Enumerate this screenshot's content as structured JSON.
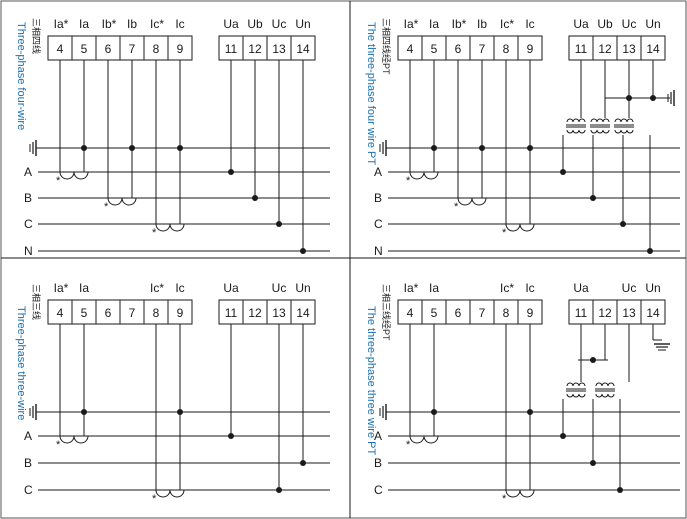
{
  "panels": [
    {
      "side_label": "Three-phase four-wire",
      "cn_label": "三相四线",
      "current_terms": [
        {
          "num": "4",
          "label": "Ia*"
        },
        {
          "num": "5",
          "label": "Ia"
        },
        {
          "num": "6",
          "label": "Ib*"
        },
        {
          "num": "7",
          "label": "Ib"
        },
        {
          "num": "8",
          "label": "Ic*"
        },
        {
          "num": "9",
          "label": "Ic"
        }
      ],
      "voltage_terms": [
        {
          "num": "11",
          "label": "Ua"
        },
        {
          "num": "12",
          "label": "Ub"
        },
        {
          "num": "13",
          "label": "Uc"
        },
        {
          "num": "14",
          "label": "Un"
        }
      ],
      "lines": [
        "A",
        "B",
        "C",
        "N"
      ],
      "star": "*"
    },
    {
      "side_label": "The three-phase four wire PT",
      "cn_label": "三相四线经PT",
      "current_terms": [
        {
          "num": "4",
          "label": "Ia*"
        },
        {
          "num": "5",
          "label": "Ia"
        },
        {
          "num": "6",
          "label": "Ib*"
        },
        {
          "num": "7",
          "label": "Ib"
        },
        {
          "num": "8",
          "label": "Ic*"
        },
        {
          "num": "9",
          "label": "Ic"
        }
      ],
      "voltage_terms": [
        {
          "num": "11",
          "label": "Ua"
        },
        {
          "num": "12",
          "label": "Ub"
        },
        {
          "num": "13",
          "label": "Uc"
        },
        {
          "num": "14",
          "label": "Un"
        }
      ],
      "lines": [
        "A",
        "B",
        "C",
        "N"
      ],
      "star": "*"
    },
    {
      "side_label": "Three-phase three-wire",
      "cn_label": "三相三线",
      "current_terms": [
        {
          "num": "4",
          "label": "Ia*"
        },
        {
          "num": "5",
          "label": "Ia"
        },
        {
          "num": "6",
          "label": ""
        },
        {
          "num": "7",
          "label": ""
        },
        {
          "num": "8",
          "label": "Ic*"
        },
        {
          "num": "9",
          "label": "Ic"
        }
      ],
      "voltage_terms": [
        {
          "num": "11",
          "label": "Ua"
        },
        {
          "num": "12",
          "label": ""
        },
        {
          "num": "13",
          "label": "Uc"
        },
        {
          "num": "14",
          "label": "Un"
        }
      ],
      "lines": [
        "A",
        "B",
        "C"
      ],
      "star": "*"
    },
    {
      "side_label": "The three-phase three wire PT",
      "cn_label": "三相三线经PT",
      "current_terms": [
        {
          "num": "4",
          "label": "Ia*"
        },
        {
          "num": "5",
          "label": "Ia"
        },
        {
          "num": "6",
          "label": ""
        },
        {
          "num": "7",
          "label": ""
        },
        {
          "num": "8",
          "label": "Ic*"
        },
        {
          "num": "9",
          "label": "Ic"
        }
      ],
      "voltage_terms": [
        {
          "num": "11",
          "label": "Ua"
        },
        {
          "num": "12",
          "label": ""
        },
        {
          "num": "13",
          "label": "Uc"
        },
        {
          "num": "14",
          "label": "Un"
        }
      ],
      "lines": [
        "A",
        "B",
        "C"
      ],
      "star": "*"
    }
  ],
  "colors": {
    "line": "#1a1a1a",
    "side_label": "#1a6fb0",
    "border": "#555555"
  }
}
